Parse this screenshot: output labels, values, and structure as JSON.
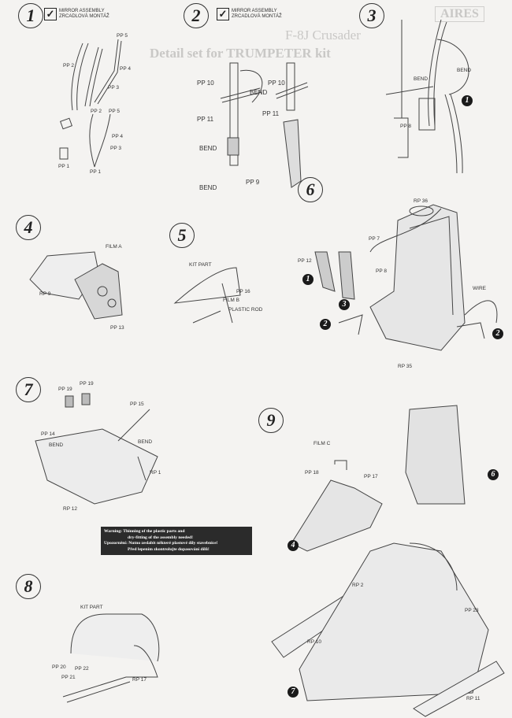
{
  "background": {
    "brand": "AIRES",
    "title": "F-8J Crusader",
    "subtitle": "Detail set for TRUMPETER kit"
  },
  "steps": [
    "1",
    "2",
    "3",
    "4",
    "5",
    "6",
    "7",
    "8",
    "9"
  ],
  "mirror_assembly": {
    "line1": "MIRROR ASSEMBLY",
    "line2": "ZRCADLOVÁ MONTÁŽ"
  },
  "step1": {
    "labels": [
      "PP 5",
      "PP 2",
      "PP 4",
      "PP 3",
      "PP 2",
      "PP 5",
      "PP 4",
      "PP 3",
      "PP 1",
      "PP 1"
    ]
  },
  "step2": {
    "labels": [
      "PP 10",
      "BEND",
      "PP 11",
      "BEND",
      "BEND",
      "PP 9",
      "PP 10",
      "PP 11"
    ]
  },
  "step3": {
    "labels": [
      "BEND",
      "BEND",
      "PP 8"
    ]
  },
  "step4": {
    "labels": [
      "FILM A",
      "RP 9",
      "PP 13"
    ]
  },
  "step5": {
    "labels": [
      "KIT PART",
      "PP 16",
      "FILM B",
      "PLASTIC ROD"
    ]
  },
  "step6": {
    "labels": [
      "RP 36",
      "PP 7",
      "PP 12",
      "PP 8",
      "WIRE",
      "RP 35"
    ]
  },
  "step7": {
    "labels": [
      "PP 19",
      "PP 19",
      "PP 15",
      "PP 14",
      "BEND",
      "BEND",
      "RP 1",
      "RP 12"
    ]
  },
  "step8": {
    "labels": [
      "KIT PART",
      "PP 20",
      "PP 22",
      "PP 21",
      "RP 17"
    ]
  },
  "step9": {
    "labels": [
      "FILM C",
      "PP 18",
      "PP 17",
      "RP 2",
      "RP 10",
      "PP 23",
      "RP 11"
    ]
  },
  "badges": [
    "1",
    "1",
    "3",
    "2",
    "2",
    "6",
    "4",
    "7"
  ],
  "warning": [
    "Warning: Thinning of the plastic parts and",
    "dry-fitting of the assembly needed!",
    "Upozornění: Nutno zeslabit některé plastové díly stavebnice!",
    "Před lepením zkontrolujte dopasování dílů!"
  ]
}
